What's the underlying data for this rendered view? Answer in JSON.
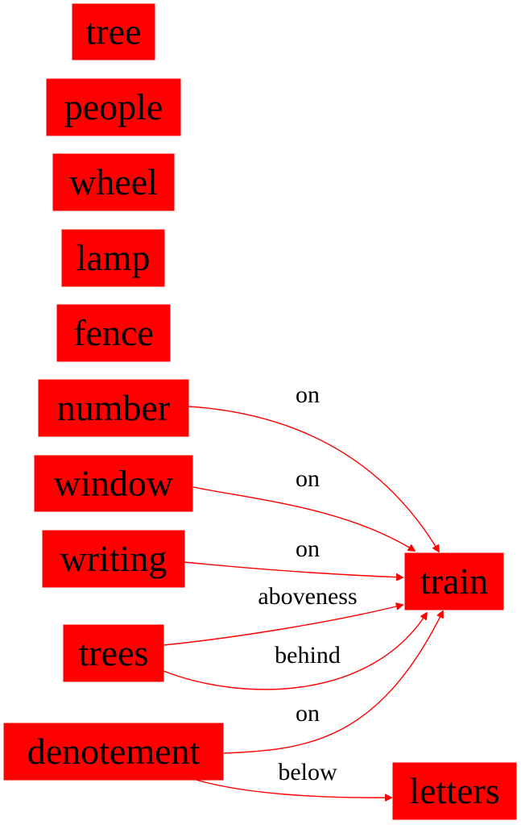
{
  "graph": {
    "node_color": "#ff0000",
    "text_color": "#000000",
    "edge_color": "#ff0000",
    "nodes": [
      {
        "id": "tree",
        "label": "tree"
      },
      {
        "id": "people",
        "label": "people"
      },
      {
        "id": "wheel",
        "label": "wheel"
      },
      {
        "id": "lamp",
        "label": "lamp"
      },
      {
        "id": "fence",
        "label": "fence"
      },
      {
        "id": "number",
        "label": "number"
      },
      {
        "id": "window",
        "label": "window"
      },
      {
        "id": "writing",
        "label": "writing"
      },
      {
        "id": "trees",
        "label": "trees"
      },
      {
        "id": "denotement",
        "label": "denotement"
      },
      {
        "id": "train",
        "label": "train"
      },
      {
        "id": "letters",
        "label": "letters"
      }
    ],
    "edges": [
      {
        "from": "number",
        "to": "train",
        "label": "on"
      },
      {
        "from": "window",
        "to": "train",
        "label": "on"
      },
      {
        "from": "writing",
        "to": "train",
        "label": "on"
      },
      {
        "from": "trees",
        "to": "train",
        "label": "aboveness"
      },
      {
        "from": "trees",
        "to": "train",
        "label": "behind"
      },
      {
        "from": "denotement",
        "to": "train",
        "label": "on"
      },
      {
        "from": "denotement",
        "to": "letters",
        "label": "below"
      }
    ]
  }
}
